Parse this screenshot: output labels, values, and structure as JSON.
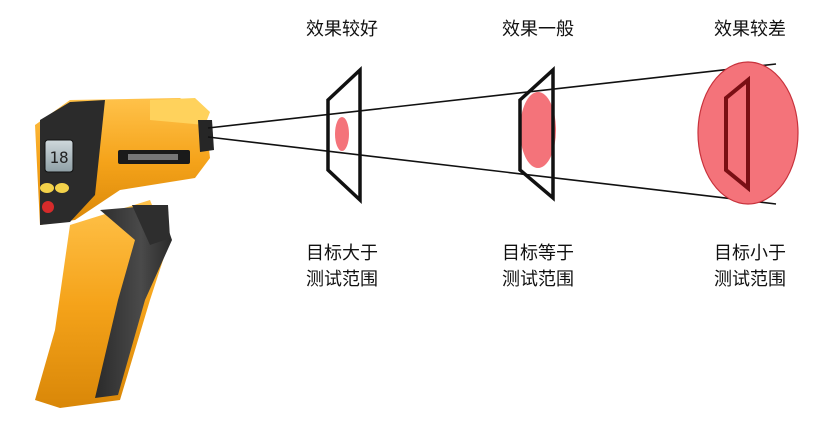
{
  "scenarios": [
    {
      "id": "target-larger",
      "effect": "效果较好",
      "condition_line1": "目标大于",
      "condition_line2": "测试范围"
    },
    {
      "id": "target-equal",
      "effect": "效果一般",
      "condition_line1": "目标等于",
      "condition_line2": "测试范围"
    },
    {
      "id": "target-smaller",
      "effect": "效果较差",
      "condition_line1": "目标小于",
      "condition_line2": "测试范围"
    }
  ],
  "device": {
    "icon": "infrared-thermometer-gun-icon",
    "screen_reading": "18"
  },
  "colors": {
    "body_orange": "#f5a31a",
    "grip_dark": "#3a3a3a",
    "spot_fill": "#f4737a",
    "spot_stroke": "#c8323c",
    "target_frame": "#111111",
    "target_frame_small": "#7a0f14",
    "beam_line": "#111111"
  }
}
